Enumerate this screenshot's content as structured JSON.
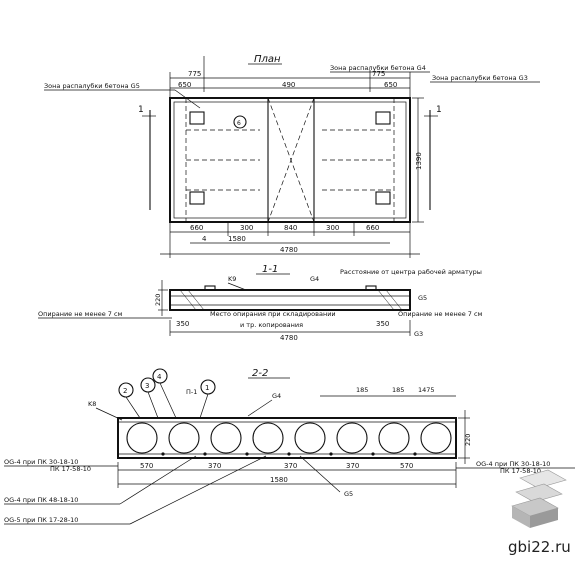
{
  "views": {
    "plan": {
      "title": "План",
      "anchor_zone_left": "Зона распалубки бетона G5",
      "anchor_zone_right_top": "Зона распалубки бетона G4",
      "anchor_zone_right": "Зона распалубки бетона G3",
      "section_mark": "1",
      "dims_top": [
        "775",
        "650",
        "490",
        "775",
        "650"
      ],
      "dims_bottom": [
        "660",
        "300",
        "840",
        "300",
        "660"
      ],
      "dim_inner": "1580",
      "dim_total": "4780",
      "dim_height": "1390",
      "dim_side": "4"
    },
    "section_1_1": {
      "title": "1-1",
      "labels": {
        "k9": "K9",
        "g4": "G4",
        "strand": "Расстояние от центра рабочей арматуры",
        "bearing_left": "Опирание не менее 7 см",
        "bearing_right": "Опирание не менее 7 см",
        "g5": "G5",
        "support_zone": "Место опирания при складировании",
        "transport": "и тр. копирования",
        "g3": "G3"
      },
      "dims": {
        "end_left": "350",
        "end_right": "350",
        "total": "4780",
        "height": "220"
      }
    },
    "section_2_2": {
      "title": "2-2",
      "labels": {
        "k8": "K8",
        "g4": "G4",
        "g5": "G5",
        "p1": "П-1",
        "left_bottom_1": "OG-4 при ПК 48-18-10",
        "left_bottom_2": "OG-5 при ПК 17-28-10",
        "left_mid": "OG-4 при ПК 30-18-10",
        "left_mid_2": "ПК 17-58-10",
        "right_mid": "OG-4 при ПК 30-18-10",
        "right_mid_2": "ПК 17-58-10"
      },
      "circle_marks": [
        "2",
        "3",
        "4",
        "1"
      ],
      "dims_top": [
        "185",
        "185",
        "1475"
      ],
      "dims_bottom": [
        "570",
        "370",
        "370",
        "370",
        "570"
      ],
      "dim_total": "1580",
      "dim_height": "220",
      "hollows": 8
    }
  },
  "watermark": {
    "text": "gbi22.ru"
  },
  "colors": {
    "ink": "#111111",
    "paper": "#ffffff",
    "logo_light": "#d9d9d9",
    "logo_dark": "#9a9a9a"
  }
}
